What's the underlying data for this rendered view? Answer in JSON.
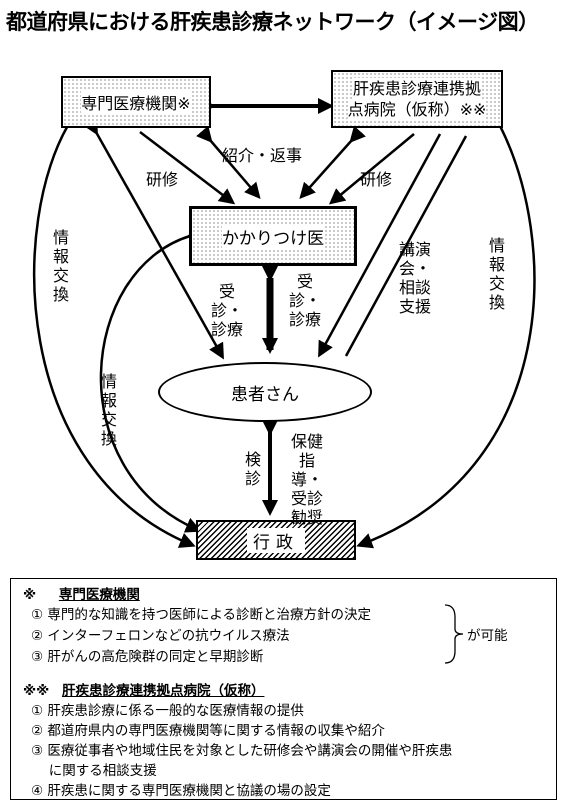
{
  "title": "都道府県における肝疾患診療ネットワーク（イメージ図）",
  "nodes": {
    "specialist": "専門医療機関※",
    "hub_line1": "肝疾患診療連携拠",
    "hub_line2": "点病院（仮称）※※",
    "gp": "かかりつけ医",
    "patient": "患者さん",
    "admin": "行政"
  },
  "edge_labels": {
    "referral": "紹介・返事",
    "training_left": "研修",
    "training_right": "研修",
    "info_exchange_left": "情報交換",
    "info_exchange_right": "情報交換",
    "info_exchange_admin": "情報交換",
    "consult_care_left": "受診・診療",
    "consult_care_right": "受診・診療",
    "lecture_support": "講演会・相談支援",
    "checkup": "検診",
    "health_guidance": "保健指導・受診勧奨"
  },
  "notes": {
    "specialist_heading_mark": "※",
    "specialist_heading": "専門医療機関",
    "specialist_items": [
      "① 専門的な知識を持つ医師による診断と治療方針の決定",
      "② インターフェロンなどの抗ウイルス療法",
      "③ 肝がんの高危険群の同定と早期診断"
    ],
    "specialist_suffix": "が可能",
    "hub_heading_mark": "※※",
    "hub_heading": "肝疾患診療連携拠点病院（仮称）",
    "hub_items": [
      "① 肝疾患診療に係る一般的な医療情報の提供",
      "② 都道府県内の専門医療機関等に関する情報の収集や紹介",
      "③ 医療従事者や地域住民を対象とした研修会や講演会の開催や肝疾患",
      "　 に関する相談支援",
      "④ 肝疾患に関する専門医療機関と協議の場の設定"
    ]
  }
}
